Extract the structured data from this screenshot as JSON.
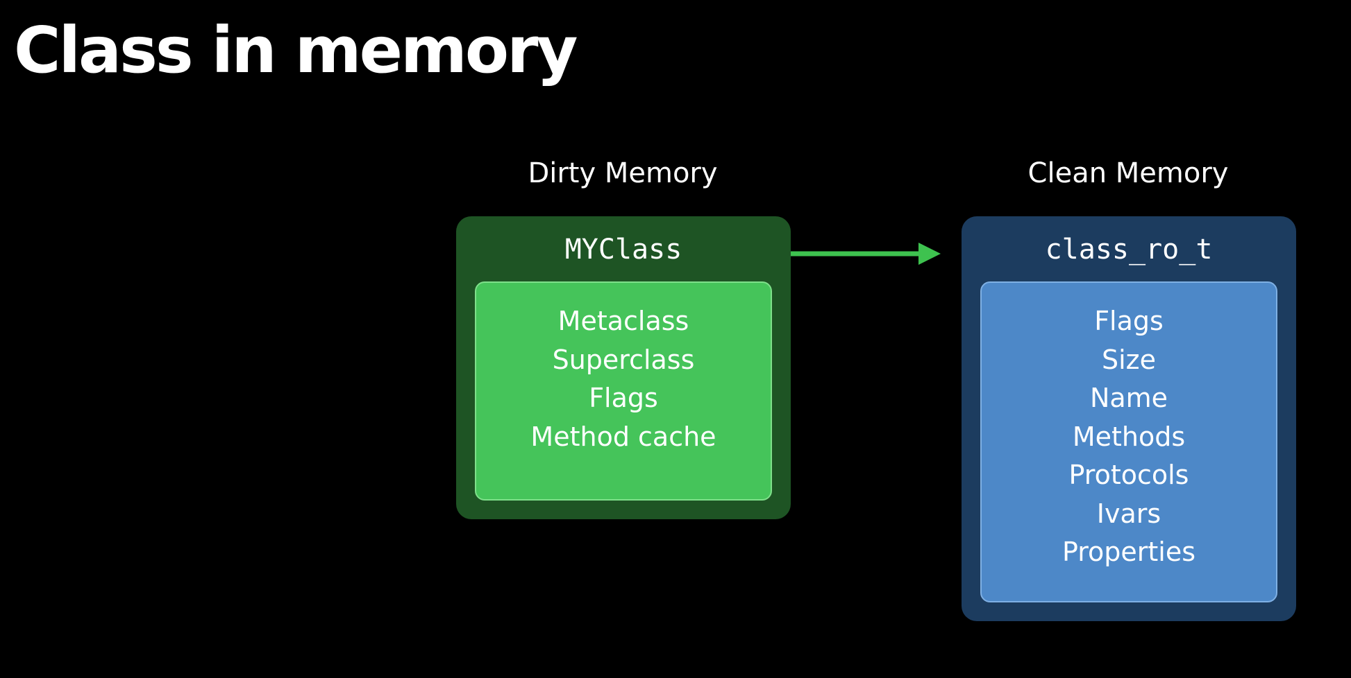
{
  "title": "Class in memory",
  "dirty": {
    "heading": "Dirty Memory",
    "box_title": "MYClass",
    "fields": [
      "Metaclass",
      "Superclass",
      "Flags",
      "Method cache"
    ]
  },
  "clean": {
    "heading": "Clean Memory",
    "box_title": "class_ro_t",
    "fields": [
      "Flags",
      "Size",
      "Name",
      "Methods",
      "Protocols",
      "Ivars",
      "Properties"
    ]
  },
  "colors": {
    "background": "#000000",
    "dirty_outer": "#1e5424",
    "dirty_inner": "#45c45a",
    "clean_outer": "#1c3c5f",
    "clean_inner": "#4d88c8",
    "arrow": "#3ec24f"
  }
}
